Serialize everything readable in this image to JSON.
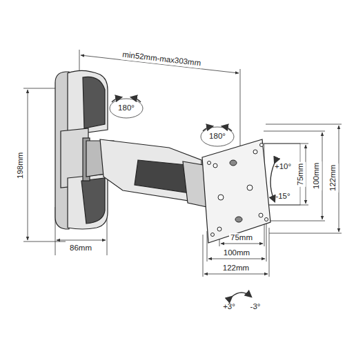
{
  "diagram": {
    "labels": [
      "min52mm-max303mm",
      "180°",
      "180°",
      "198mm",
      "+10°",
      "75mm",
      "100mm",
      "122mm",
      "-15°",
      "75mm",
      "86mm",
      "100mm",
      "122mm",
      "+3°",
      "-3°"
    ]
  }
}
